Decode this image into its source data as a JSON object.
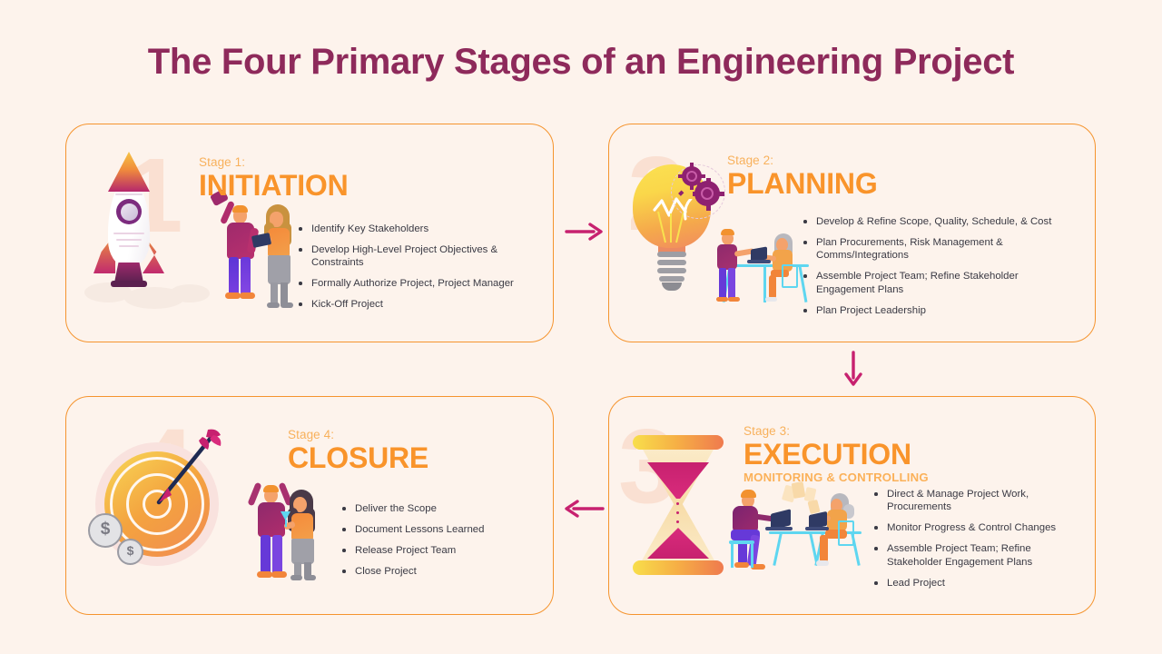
{
  "page": {
    "title": "The Four Primary Stages of an Engineering Project",
    "background_color": "#FDF3EC",
    "title_color": "#8E2A5B",
    "accent_orange": "#F9942B",
    "accent_light_orange": "#F8B15C",
    "accent_magenta": "#C7216F",
    "card_border_color": "#F5942E",
    "bullet_text_color": "#3A3A44",
    "ghost_number_color": "#FAE0D2"
  },
  "stages": [
    {
      "ghost_number": "1",
      "stage_label": "Stage 1:",
      "stage_name": "INITIATION",
      "stage_subtitle": "",
      "icon": "rocket-icon",
      "bullets": [
        "Identify Key Stakeholders",
        "Develop High-Level Project Objectives & Constraints",
        "Formally Authorize Project, Project Manager",
        "Kick-Off Project"
      ]
    },
    {
      "ghost_number": "2",
      "stage_label": "Stage 2:",
      "stage_name": "PLANNING",
      "stage_subtitle": "",
      "icon": "lightbulb-icon",
      "bullets": [
        "Develop & Refine Scope, Quality, Schedule, & Cost",
        "Plan Procurements, Risk Management & Comms/Integrations",
        "Assemble Project Team; Refine Stakeholder Engagement Plans",
        "Plan Project Leadership"
      ]
    },
    {
      "ghost_number": "3",
      "stage_label": "Stage 3:",
      "stage_name": "EXECUTION",
      "stage_subtitle": "MONITORING & CONTROLLING",
      "icon": "hourglass-icon",
      "bullets": [
        "Direct & Manage Project Work, Procurements",
        "Monitor Progress & Control Changes",
        "Assemble Project Team; Refine Stakeholder Engagement Plans",
        "Lead Project"
      ]
    },
    {
      "ghost_number": "4",
      "stage_label": "Stage 4:",
      "stage_name": "CLOSURE",
      "stage_subtitle": "",
      "icon": "target-icon",
      "bullets": [
        "Deliver the Scope",
        "Document Lessons Learned",
        "Release Project Team",
        "Close Project"
      ]
    }
  ],
  "flow_arrows": [
    {
      "name": "arrow-stage1-to-stage2",
      "direction": "right"
    },
    {
      "name": "arrow-stage2-to-stage3",
      "direction": "down"
    },
    {
      "name": "arrow-stage3-to-stage4",
      "direction": "left"
    }
  ]
}
